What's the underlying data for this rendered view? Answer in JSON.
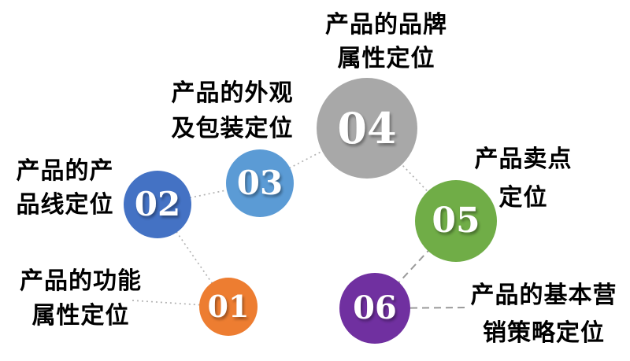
{
  "diagram": {
    "type": "circle-flow-diagram",
    "background": "#ffffff",
    "nodes": [
      {
        "id": "01",
        "number": "01",
        "color": "#ED7D31",
        "label_line1": "产品的功能",
        "label_line2": "属性定位"
      },
      {
        "id": "02",
        "number": "02",
        "color": "#4472C4",
        "label_line1": "产品的产",
        "label_line2": "品线定位"
      },
      {
        "id": "03",
        "number": "03",
        "color": "#5B9BD5",
        "label_line1": "产品的外观",
        "label_line2": "及包装定位"
      },
      {
        "id": "04",
        "number": "04",
        "color": "#A8A8A8",
        "label_line1": "产品的品牌",
        "label_line2": "属性定位"
      },
      {
        "id": "05",
        "number": "05",
        "color": "#70AD47",
        "label_line1": "产品卖点",
        "label_line2": "定位"
      },
      {
        "id": "06",
        "number": "06",
        "color": "#7030A0",
        "label_line1": "产品的基本营",
        "label_line2": "销策略定位"
      }
    ],
    "connector_style": {
      "dotted_color": "#b3b3b3",
      "dashed_color": "#9a9a9a"
    },
    "connections": [
      {
        "from": "label-01",
        "to": "01",
        "style": "dotted"
      },
      {
        "from": "01",
        "to": "02",
        "style": "dotted"
      },
      {
        "from": "02",
        "to": "03",
        "style": "dotted"
      },
      {
        "from": "03",
        "to": "04",
        "style": "dotted"
      },
      {
        "from": "04",
        "to": "05",
        "style": "dotted"
      },
      {
        "from": "05",
        "to": "06",
        "style": "dashed"
      },
      {
        "from": "06",
        "to": "label-06",
        "style": "dashed"
      }
    ],
    "text_color": "#000000",
    "number_text_color": "#ffffff"
  }
}
